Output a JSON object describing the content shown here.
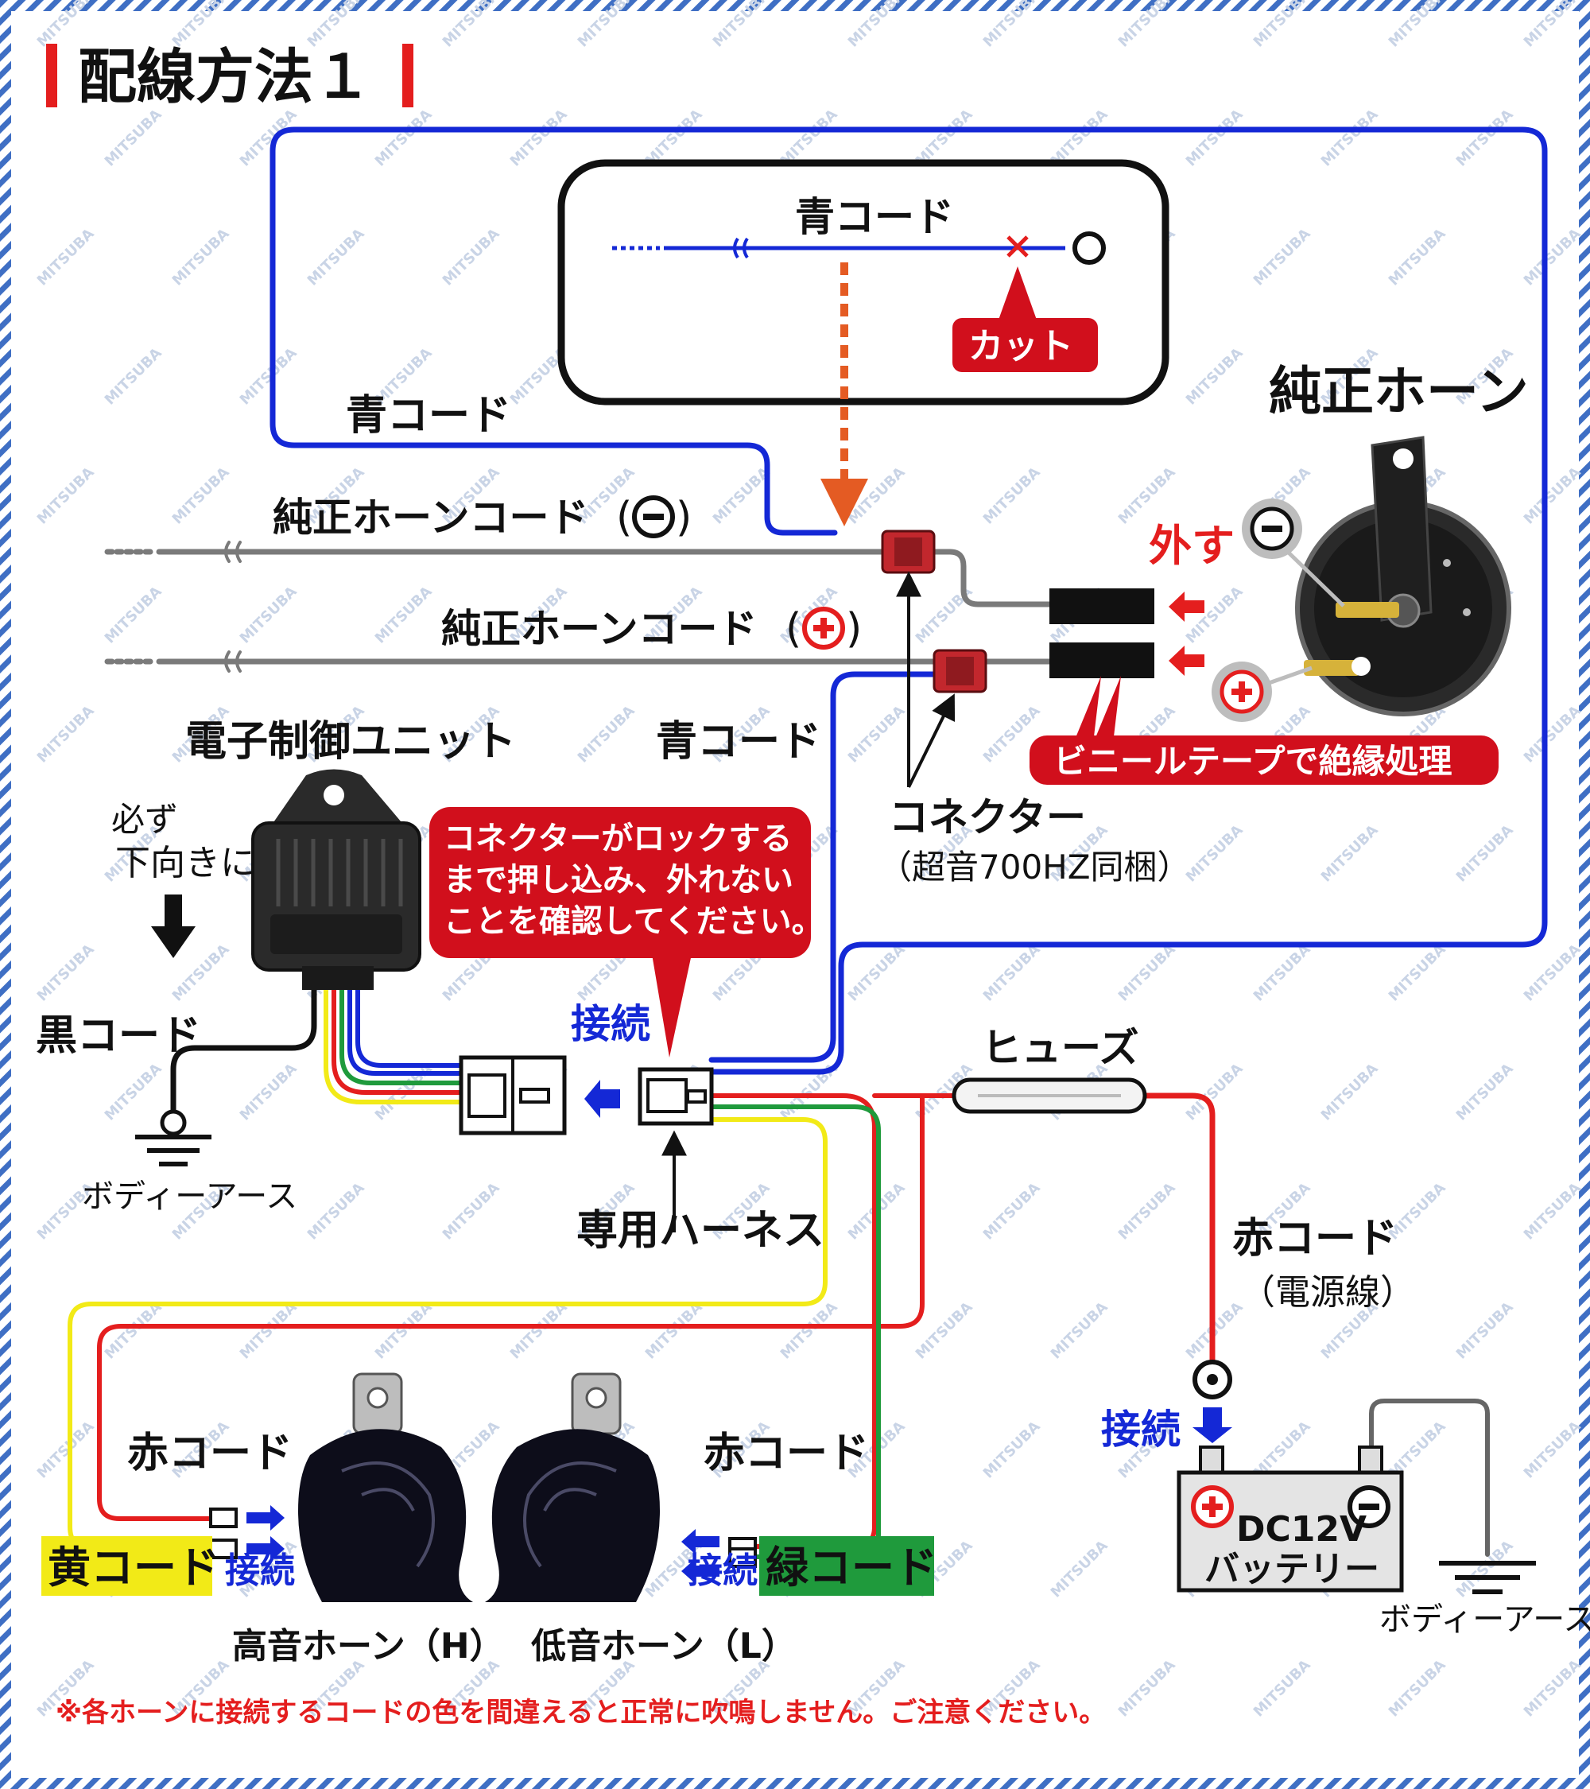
{
  "title": "配線方法１",
  "watermark": "MITSUBA",
  "colors": {
    "blue": "#1428d6",
    "red": "#e41e1e",
    "yellow": "#f2ea17",
    "green": "#1f9a3c",
    "gray": "#7a7a7a",
    "black": "#111111",
    "callout_red": "#d10f1c",
    "arrow_orange": "#e45b23",
    "border_stripe": "#3f6fc4"
  },
  "inset": {
    "cord_label": "青コード",
    "cut_label": "カット"
  },
  "labels": {
    "blue_cord_top": "青コード",
    "genuine_cord_minus": "純正ホーンコード",
    "genuine_cord_plus": "純正ホーンコード",
    "blue_cord_mid": "青コード",
    "genuine_horn": "純正ホーン",
    "remove": "外す",
    "vinyl_tape_note": "ビニールテープで絶縁処理",
    "connector": "コネクター",
    "connector_note": "（超音700HZ同梱）",
    "ecu": "電子制御ユニット",
    "must_face_down_line1": "必ず",
    "must_face_down_line2": "下向きに",
    "lock_note_line1": "コネクターがロックする",
    "lock_note_line2": "まで押し込み、外れない",
    "lock_note_line3": "ことを確認してください。",
    "black_cord": "黒コード",
    "body_earth_left": "ボディーアース",
    "connect_top": "接続",
    "dedicated_harness": "専用ハーネス",
    "fuse": "ヒューズ",
    "red_cord_power": "赤コード",
    "power_line_note": "（電源線）",
    "connect_battery": "接続",
    "battery_line1": "DC12V",
    "battery_line2": "バッテリー",
    "body_earth_right": "ボディーアース",
    "red_cord_left": "赤コード",
    "red_cord_right": "赤コード",
    "yellow_cord": "黄コード",
    "green_cord": "緑コード",
    "connect_left": "接続",
    "connect_right": "接続",
    "high_horn": "高音ホーン（H）",
    "low_horn": "低音ホーン（L）",
    "footnote": "※各ホーンに接続するコードの色を間違えると正常に吹鳴しません。ご注意ください。"
  }
}
